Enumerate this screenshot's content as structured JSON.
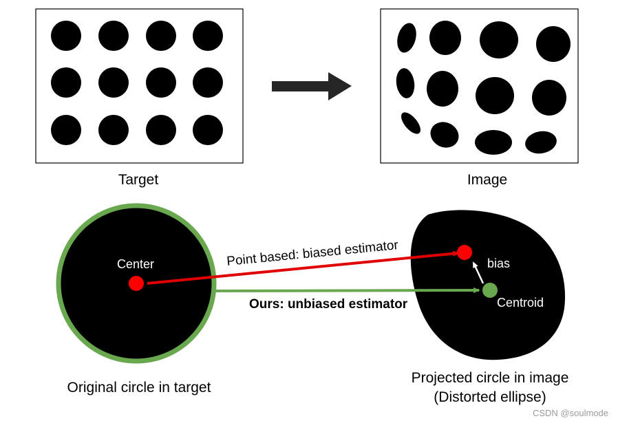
{
  "panels": {
    "target_label": "Target",
    "image_label": "Image"
  },
  "bottom": {
    "center_label": "Center",
    "point_based_label": "Point based: biased estimator",
    "ours_label": "Ours: unbiased estimator",
    "bias_label": "bias",
    "centroid_label": "Centroid",
    "original_caption": "Original circle in target",
    "projected_caption_line1": "Projected circle in image",
    "projected_caption_line2": "(Distorted ellipse)"
  },
  "watermark": "CSDN @soulmode",
  "colors": {
    "dot_fill": "#000000",
    "circle_ring": "#6aa84f",
    "biased_arrow": "#e00000",
    "unbiased_arrow": "#6aa84f",
    "center_point": "#ff0000",
    "centroid_point": "#6aa84f",
    "big_arrow": "#262626"
  }
}
